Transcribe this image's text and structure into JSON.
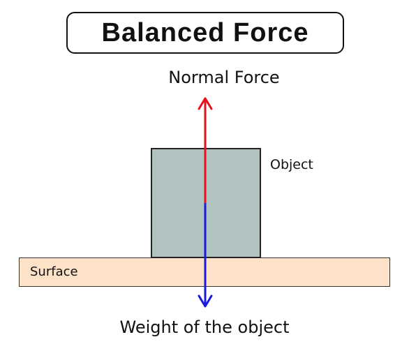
{
  "title": "Balanced Force",
  "labels": {
    "normal_force": "Normal Force",
    "object": "Object",
    "surface": "Surface",
    "weight": "Weight of the object"
  },
  "colors": {
    "normal_force_arrow": "#e8101c",
    "weight_arrow": "#1a1adf",
    "object_fill": "#b1c3c1",
    "surface_fill": "#fde2c7"
  }
}
